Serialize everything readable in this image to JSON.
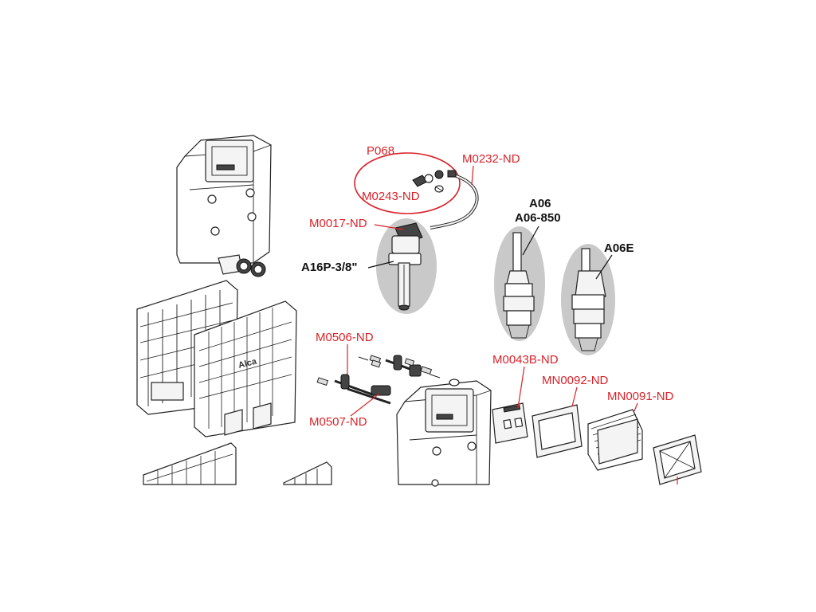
{
  "labels": {
    "p068": "P068",
    "m0232": "M0232-ND",
    "m0243": "M0243-ND",
    "m0017": "M0017-ND",
    "a16p": "A16P-3/8\"",
    "a06": "A06",
    "a06_850": "A06-850",
    "a06e": "A06E",
    "m0506": "M0506-ND",
    "m0507": "M0507-ND",
    "m0043b": "M0043B-ND",
    "mn0092": "MN0092-ND",
    "mn0091": "MN0091-ND",
    "brand": "Alca"
  },
  "colors": {
    "label_red": "#d8232a",
    "label_black": "#111111",
    "highlight_grey": "#c9c9c9"
  }
}
